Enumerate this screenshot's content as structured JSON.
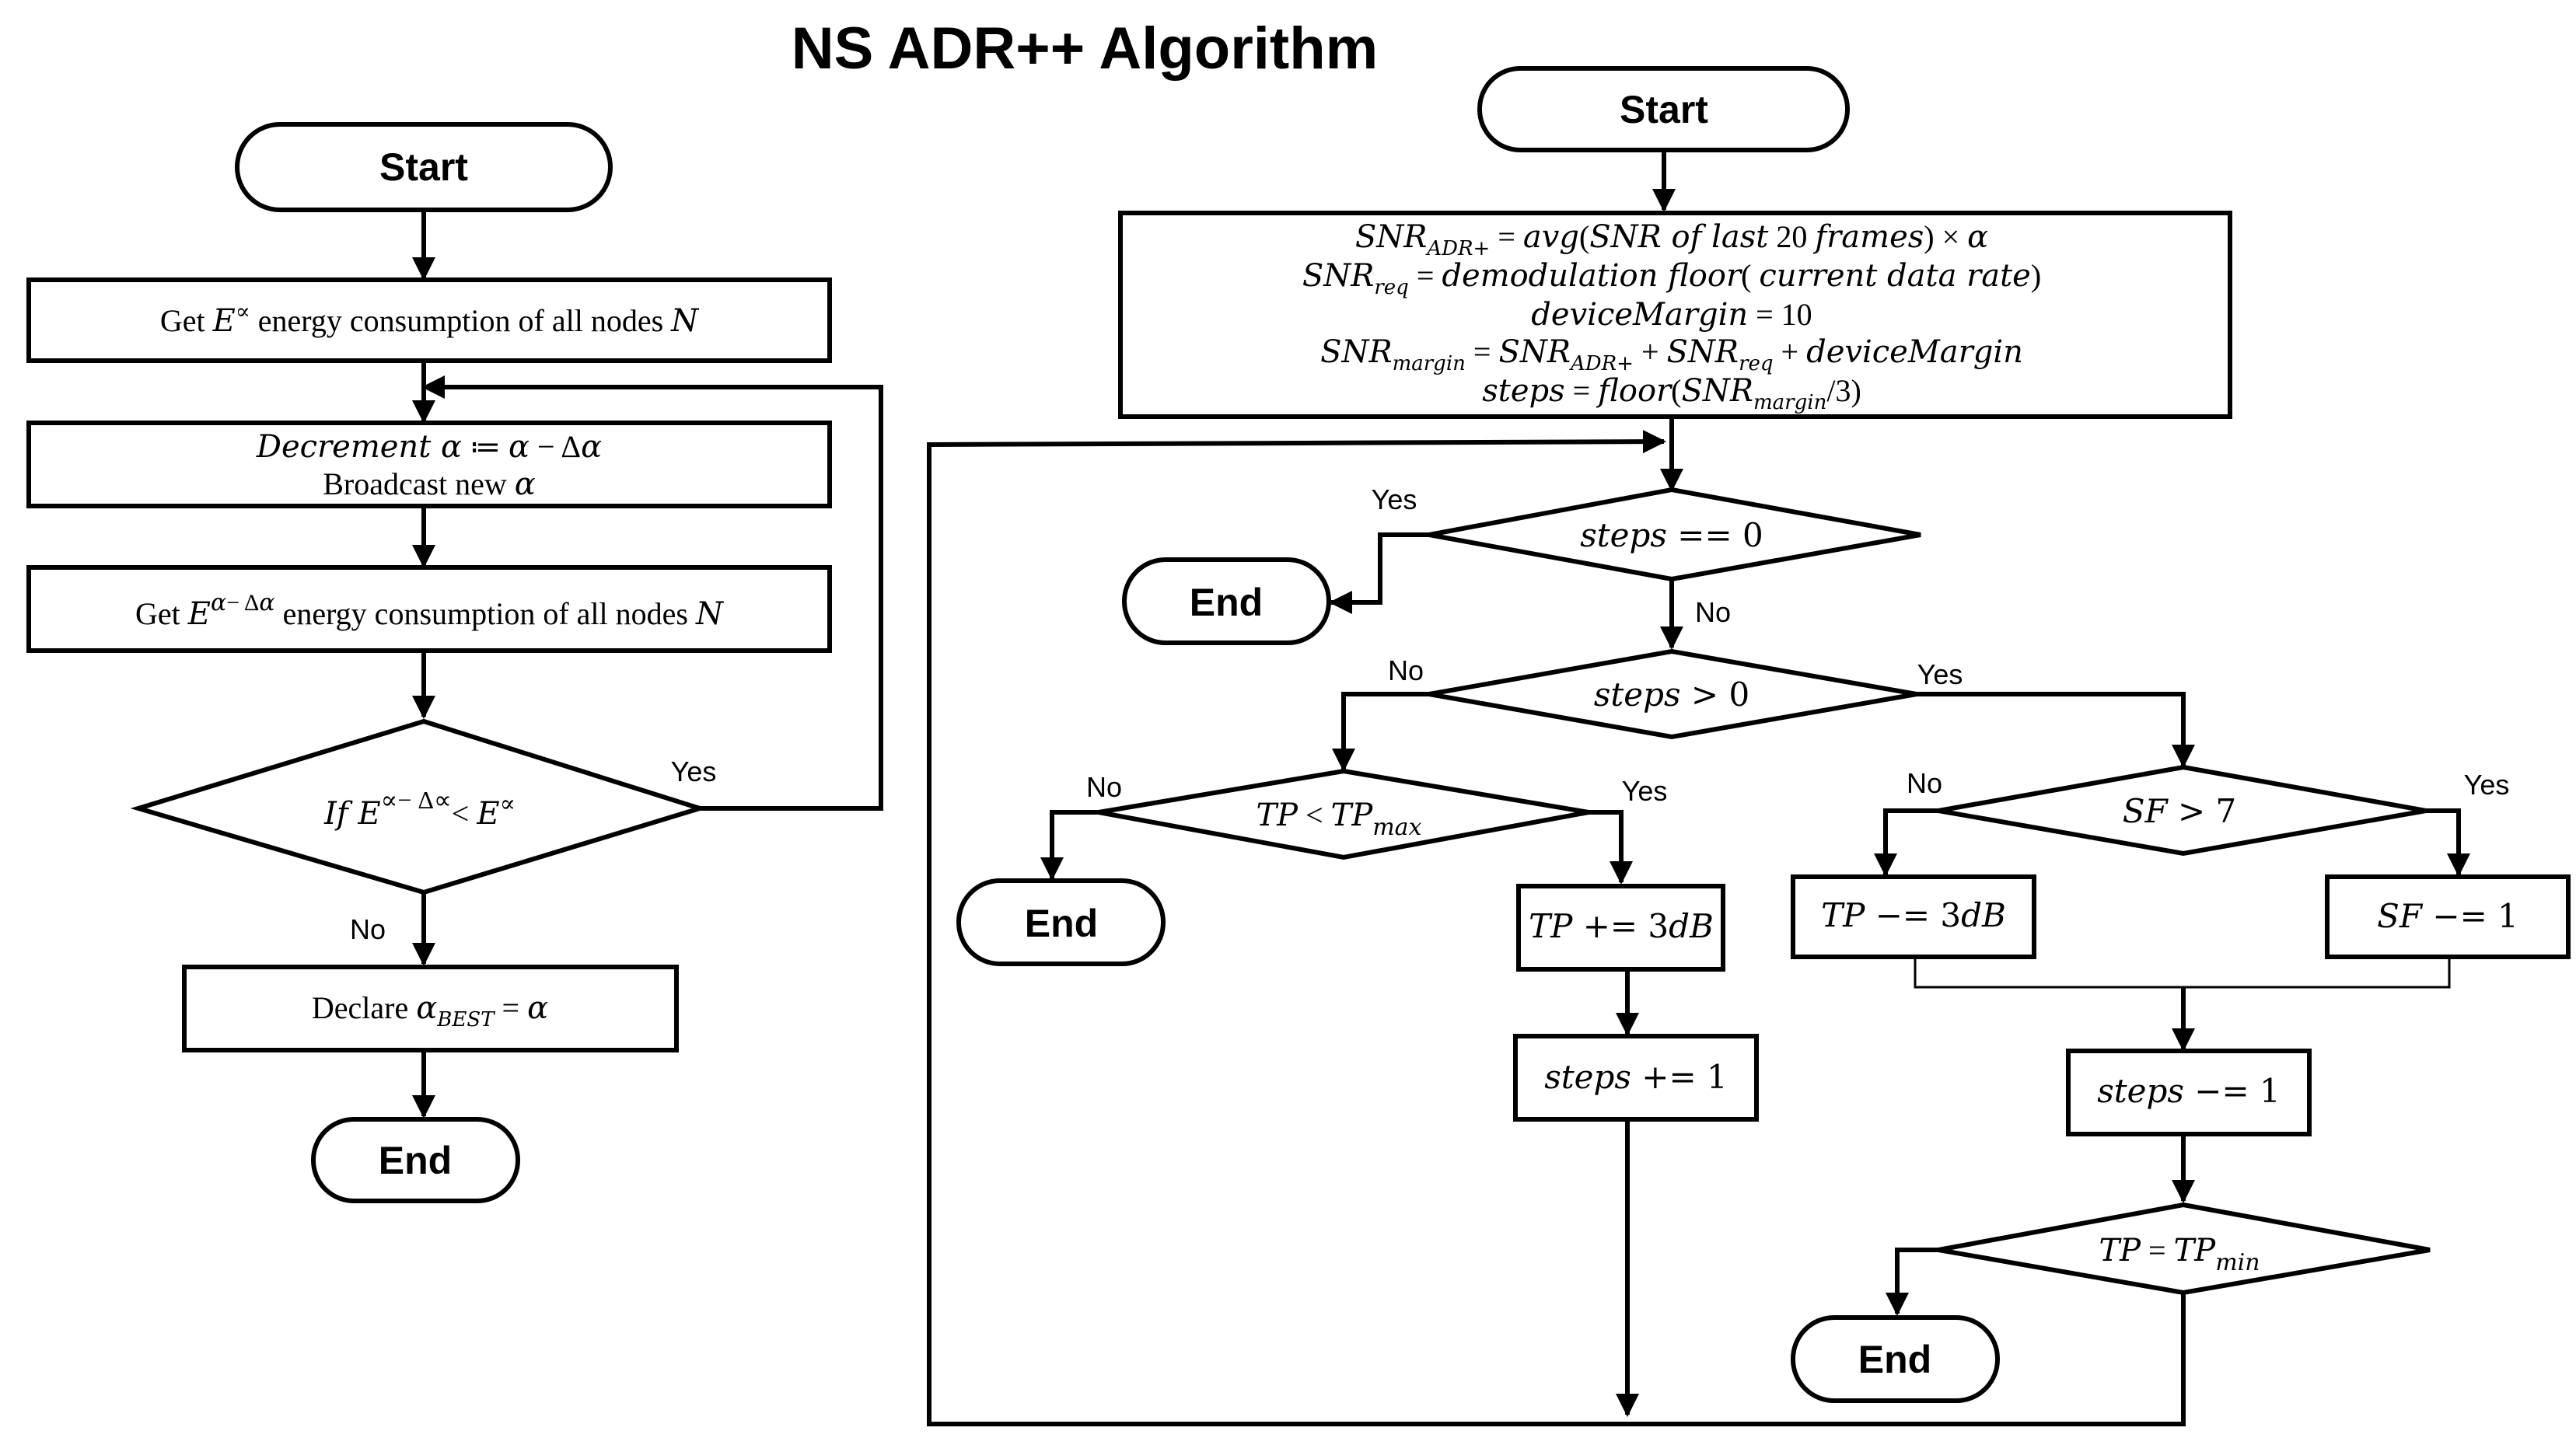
{
  "title": "NS ADR++ Algorithm",
  "left": {
    "start": "Start",
    "get_energy": "Get E^∝ energy consumption of all nodes N",
    "decrement": "Decrement α ≔ α − Δα",
    "broadcast": "Broadcast new  α",
    "get_energy2": "Get E^(α−Δα)  energy consumption of all nodes N",
    "decision": "If E^(∝−Δ∝) < E^∝",
    "yes": "Yes",
    "no": "No",
    "declare": "Declare α_BEST = α",
    "end": "End"
  },
  "right": {
    "start": "Start",
    "process_lines": [
      "SNR_ADR+ = avg(SNR of last 20 frames) × α",
      "SNR_req = demodulation floor( current data rate)",
      "deviceMargin = 10",
      "SNR_margin = SNR_ADR+ + SNR_req + deviceMargin",
      "steps = floor(SNR_margin/3)"
    ],
    "d_steps_zero": "steps == 0",
    "d_steps_gt": "steps > 0",
    "d_tp_lt_max": "TP < TP_max",
    "d_sf_gt": "SF > 7",
    "d_tp_min": "TP = TP_min",
    "tp_plus": "TP += 3dB",
    "steps_plus": "steps += 1",
    "tp_minus": "TP −= 3dB",
    "sf_minus": "SF −= 1",
    "steps_minus": "steps −= 1",
    "end": "End",
    "yes": "Yes",
    "no": "No"
  }
}
